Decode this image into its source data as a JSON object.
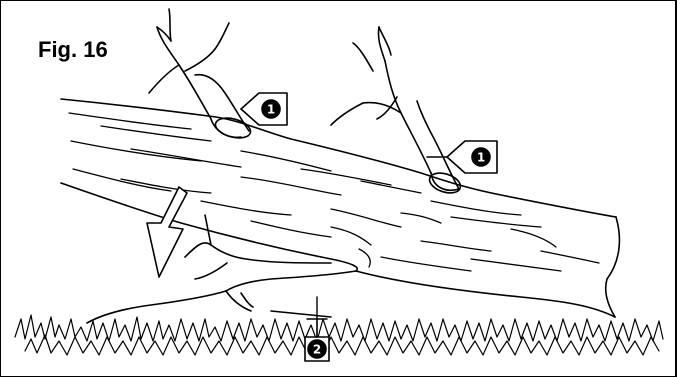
{
  "figure": {
    "label": "Fig. 16"
  },
  "callouts": [
    {
      "number": "1"
    },
    {
      "number": "1"
    },
    {
      "number": "2"
    }
  ],
  "colors": {
    "line": "#000000",
    "background": "#ffffff"
  }
}
